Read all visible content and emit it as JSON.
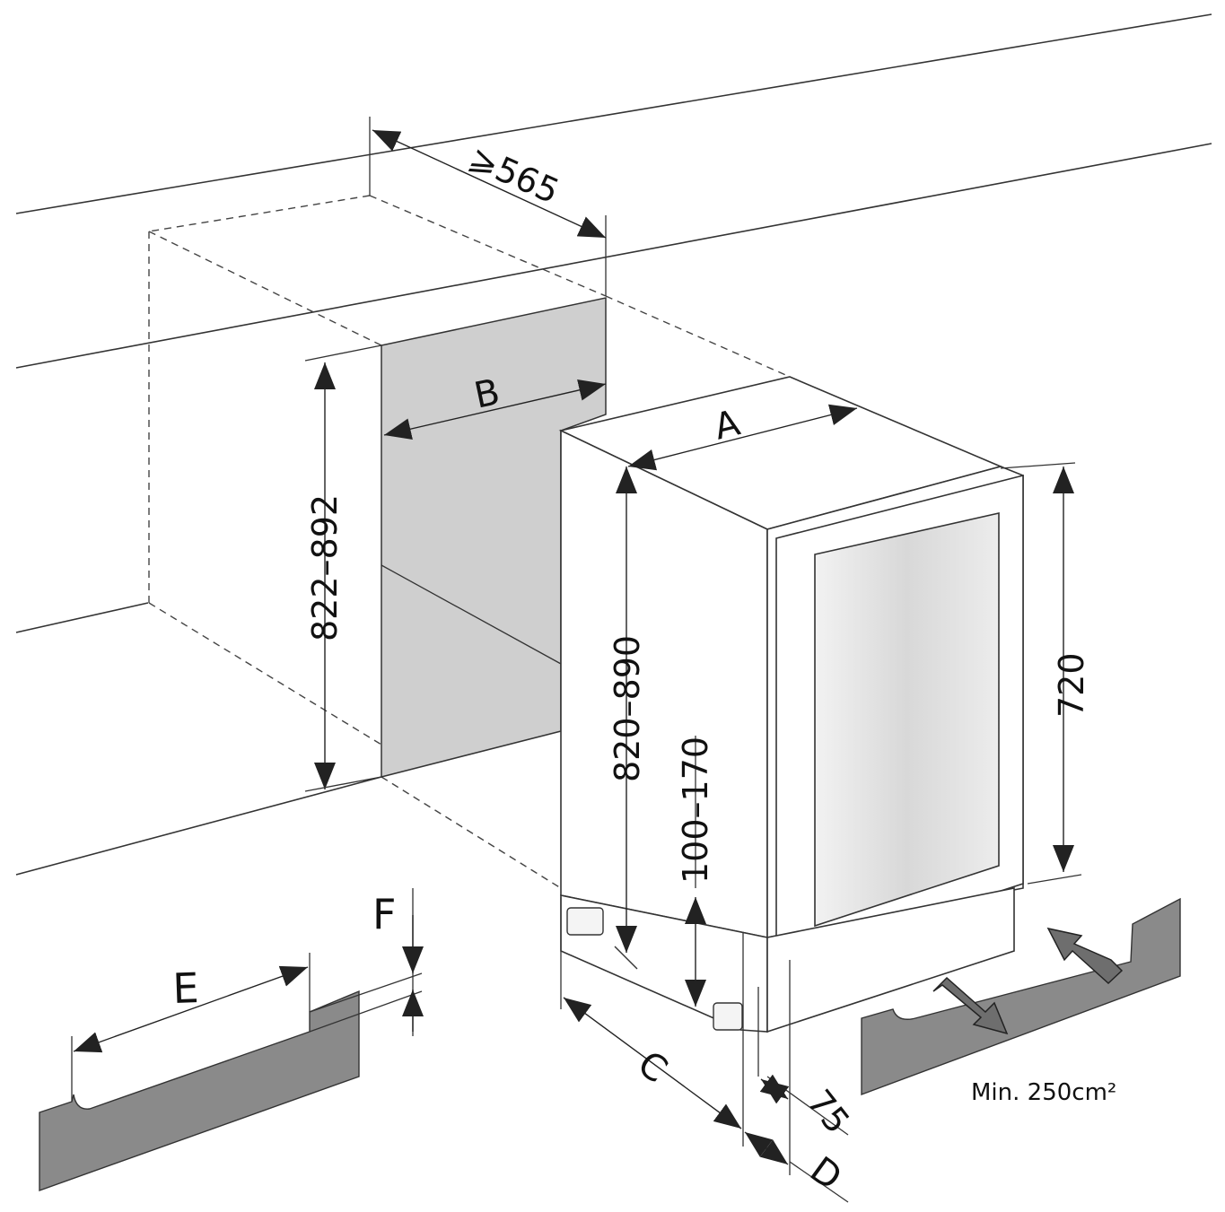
{
  "labels": {
    "depth_min": "⩾565",
    "niche_height": "822–892",
    "appliance_height": "820–890",
    "plinth_height": "100–170",
    "door_height": "720",
    "offset_75": "75",
    "dim_a": "A",
    "dim_b": "B",
    "dim_c": "C",
    "dim_d": "D",
    "dim_e": "E",
    "dim_f": "F",
    "vent_area": "Min. 250cm²"
  },
  "colors": {
    "line": "#222222",
    "panel_fill": "#cfcfcf",
    "plinth_fill": "#8a8a8a",
    "door_glass": "#e4e4e4",
    "arrow_fill": "#6e6e6e"
  }
}
